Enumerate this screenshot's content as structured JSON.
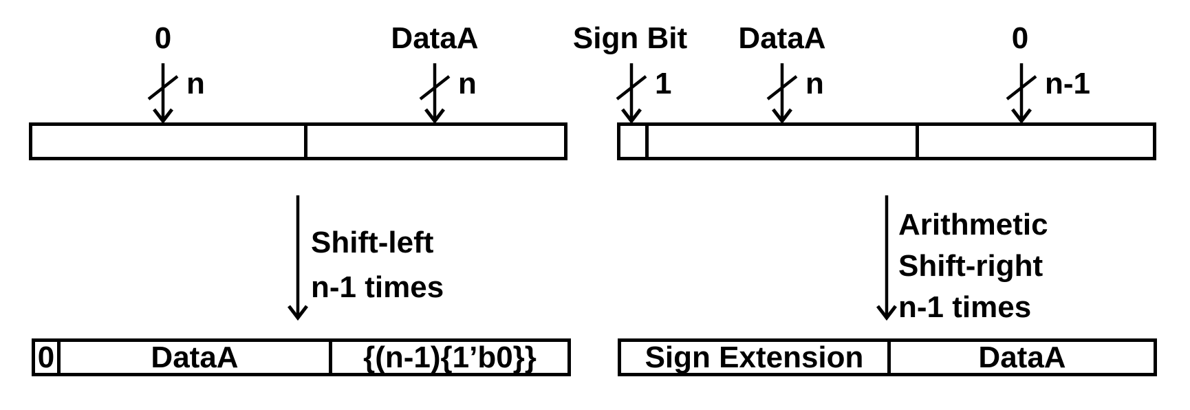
{
  "colors": {
    "ink": "#000000",
    "background": "#ffffff"
  },
  "icons": {
    "bus_width_slash": "/",
    "down_arrow": "↓"
  },
  "left_panel": {
    "inputs": [
      {
        "label": "0",
        "bus_width": "n"
      },
      {
        "label": "DataA",
        "bus_width": "n"
      }
    ],
    "operation_lines": [
      "Shift-left",
      "n-1 times"
    ],
    "result_cells": [
      "0",
      "DataA",
      "{(n-1){1’b0}}"
    ]
  },
  "right_panel": {
    "inputs": [
      {
        "label": "Sign Bit",
        "bus_width": "1"
      },
      {
        "label": "DataA",
        "bus_width": "n"
      },
      {
        "label": "0",
        "bus_width": "n-1"
      }
    ],
    "operation_lines": [
      "Arithmetic",
      "Shift-right",
      "n-1 times"
    ],
    "result_cells": [
      "Sign Extension",
      "DataA"
    ]
  }
}
